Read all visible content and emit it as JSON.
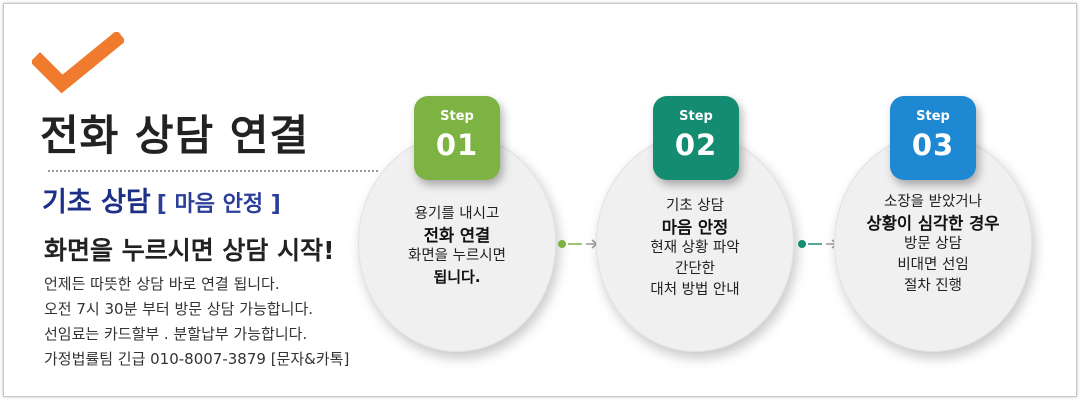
{
  "header": {
    "title": "전화 상담 연결",
    "subtitle": "기초 상담",
    "subtitle_bracket": "[ 마음 안정 ]",
    "cta": "화면을 누르시면 상담 시작!"
  },
  "info_lines": [
    "언제든 따뜻한 상담 바로 연결 됩니다.",
    "오전 7시 30분 부터 방문 상담 가능합니다.",
    "선임료는 카드할부 . 분할납부 가능합니다.",
    "가정법률팀 긴급 010-8007-3879 [문자&카톡]"
  ],
  "steps": [
    {
      "label": "Step",
      "number": "01",
      "color": "#7cb342",
      "lines": [
        "용기를 내시고",
        "전화 연결",
        "화면을 누르시면",
        "됩니다."
      ]
    },
    {
      "label": "Step",
      "number": "02",
      "color": "#138c72",
      "lines": [
        "기초 상담",
        "마음 안정",
        "현재 상황 파악",
        "간단한",
        "대처 방법 안내"
      ]
    },
    {
      "label": "Step",
      "number": "03",
      "color": "#1e88d2",
      "lines": [
        "소장을 받았거나",
        "상황이 심각한 경우",
        "방문 상담",
        "비대면 선임",
        "절차 진행"
      ]
    }
  ],
  "colors": {
    "check": "#f07a2e",
    "subtitle": "#1d2f87",
    "connector_1": "#7cb342",
    "connector_2": "#138c72"
  },
  "icons": {
    "check": "check-icon",
    "connector": "arrow-right-icon"
  }
}
